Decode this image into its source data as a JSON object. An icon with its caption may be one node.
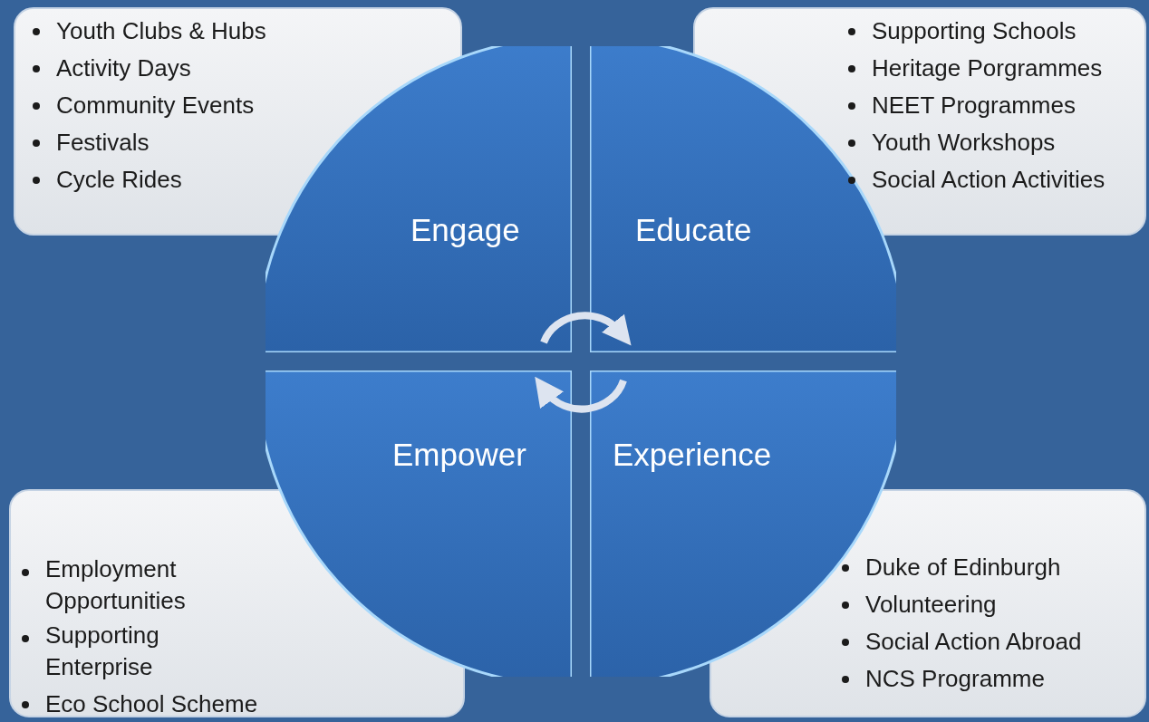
{
  "diagram": {
    "nodes": [
      {
        "text": [
          "Engage"
        ]
      },
      {
        "text": [
          "Educate"
        ]
      },
      {
        "text": [
          "Experience"
        ]
      },
      {
        "text": [
          "Empower"
        ]
      },
      {
        "text": [
          "Youth Clubs & Hubs",
          "Activity Days",
          "Community Events",
          "Festivals",
          "Cycle Rides"
        ]
      },
      {
        "text": [
          "Supporting Schools",
          "Heritage Porgrammes",
          "NEET Programmes",
          "Youth Workshops",
          "Social Action Activities"
        ]
      },
      {
        "text": [
          "Duke of Edinburgh",
          "Volunteering",
          "Social Action Abroad",
          "NCS Programme"
        ]
      },
      {
        "text": [
          "Employment Opportunities",
          "Supporting Enterprise",
          "Eco School Scheme"
        ]
      }
    ],
    "edges": [
      {
        "from": 0,
        "to": 1,
        "arrow": "to"
      },
      {
        "from": 2,
        "to": 3,
        "arrow": "to"
      }
    ]
  }
}
